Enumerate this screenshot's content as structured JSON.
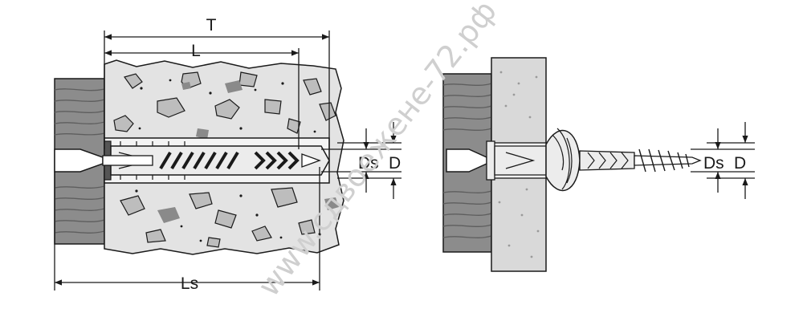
{
  "labels": {
    "total_length": "T",
    "anchor_length": "L",
    "screw_length": "Ls",
    "screw_diameter_left": "Ds",
    "anchor_diameter_left": "D",
    "screw_diameter_right": "Ds",
    "anchor_diameter_right": "D"
  },
  "watermark": "www.сдвоежене-72.рф",
  "colors": {
    "wood": "#8c8c8c",
    "concrete": "#e3e3e3",
    "stone": "#bdbdbd",
    "board": "#d9d9d9",
    "line": "#1a1a1a",
    "watermark": "#cfcfcf"
  }
}
